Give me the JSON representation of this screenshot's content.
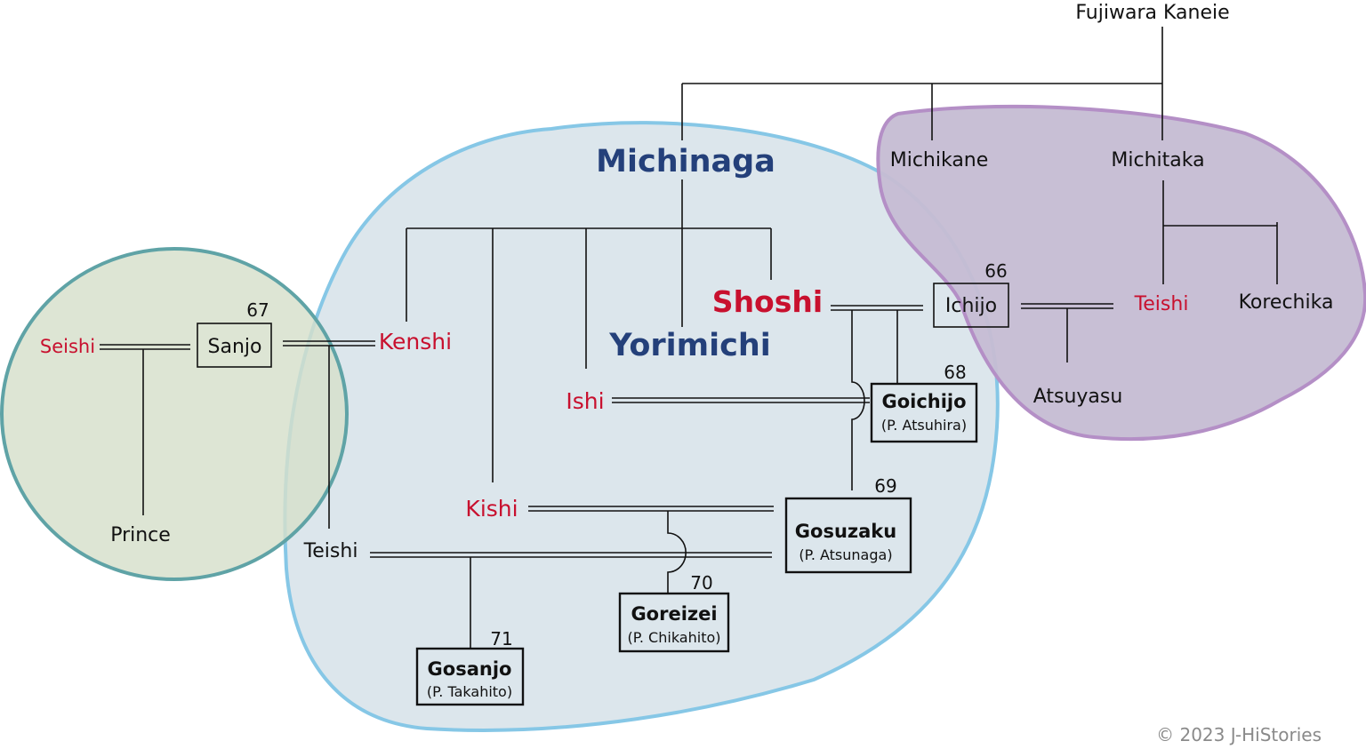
{
  "diagram": {
    "copyright": "© 2023 J-HiStories",
    "colors": {
      "consort_name": "#c8102e",
      "michinaga_line": "#24407a",
      "region_michinaga_fill": "#dce6ec",
      "region_michinaga_stroke": "#86c7e6",
      "region_michitaka_fill": "#c6bcd3",
      "region_michitaka_stroke": "#b48fc6",
      "region_sanjo_fill": "#d5dfca",
      "region_sanjo_stroke": "#5fa3a6"
    },
    "people": {
      "kaneie": "Fujiwara Kaneie",
      "michinaga": "Michinaga",
      "michikane": "Michikane",
      "michitaka": "Michitaka",
      "yorimichi": "Yorimichi",
      "shoshi": "Shoshi",
      "kenshi": "Kenshi",
      "ishi": "Ishi",
      "kishi": "Kishi",
      "seishi": "Seishi",
      "teishi_michitaka": "Teishi",
      "teishi_sanjo": "Teishi",
      "korechika": "Korechika",
      "atsuyasu": "Atsuyasu",
      "prince": "Prince"
    },
    "emperors": {
      "ichijo": {
        "name": "Ichijo",
        "number": "66"
      },
      "sanjo": {
        "name": "Sanjo",
        "number": "67"
      },
      "goichijo": {
        "name": "Goichijo",
        "sub": "(P. Atsuhira)",
        "number": "68"
      },
      "gosuzaku": {
        "name": "Gosuzaku",
        "sub": "(P. Atsunaga)",
        "number": "69"
      },
      "goreizei": {
        "name": "Goreizei",
        "sub": "(P. Chikahito)",
        "number": "70"
      },
      "gosanjo": {
        "name": "Gosanjo",
        "sub": "(P. Takahito)",
        "number": "71"
      }
    }
  }
}
